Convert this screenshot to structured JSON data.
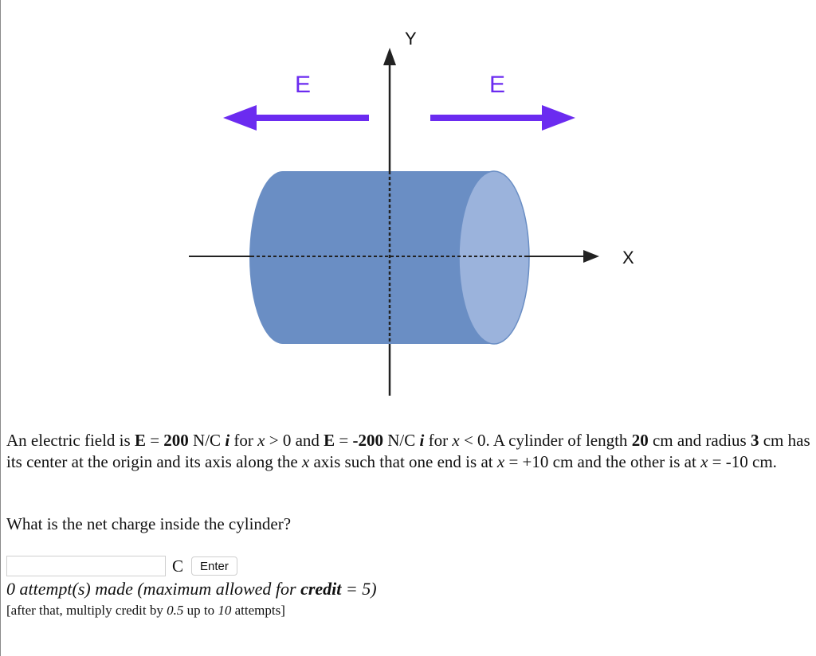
{
  "figure": {
    "y_label": "Y",
    "x_label": "X",
    "e_left_label": "E",
    "e_right_label": "E",
    "arrow_color": "#6b2bf0",
    "cylinder_color": "#6a8ec4",
    "cylinder_face_color": "#9bb3dc"
  },
  "problem": {
    "t1": "An electric field is ",
    "t2": "E",
    "t3": " = ",
    "t4": "200",
    "t5": " N/C ",
    "t6": "i",
    "t7": " for ",
    "t8": "x",
    "t9": " > 0 and ",
    "t10": "E",
    "t11": " = ",
    "t12": "-200",
    "t13": " N/C ",
    "t14": "i",
    "t15": " for ",
    "t16": "x",
    "t17": " < 0. A cylinder of length ",
    "t18": "20",
    "t19": " cm and radius ",
    "t20": "3",
    "t21": " cm has its center at the origin and its axis along the ",
    "t22": "x",
    "t23": " axis such that one end is at ",
    "t24": "x",
    "t25": " = +10 cm and the other is at ",
    "t26": "x",
    "t27": " = -10 cm."
  },
  "question": "What is the net charge inside the cylinder?",
  "answer": {
    "value": "",
    "unit": "C",
    "enter_label": "Enter"
  },
  "attempts": {
    "a1": "0 attempt(s) made (maximum allowed for ",
    "a2": "credit",
    "a3": " = 5)"
  },
  "credit_note": {
    "c1": "[after that, multiply credit by ",
    "c2": "0.5",
    "c3": " up to ",
    "c4": "10",
    "c5": " attempts]"
  }
}
